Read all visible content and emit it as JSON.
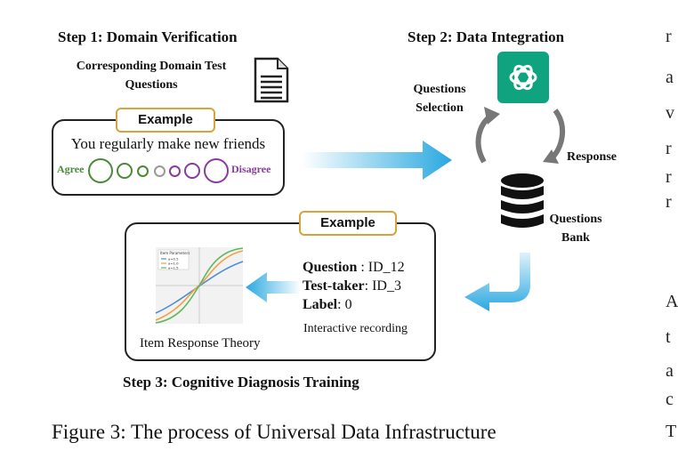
{
  "steps": {
    "step1": "Step 1: Domain Verification",
    "step2": "Step 2: Data Integration",
    "step3": "Step 3: Cognitive Diagnosis Training"
  },
  "domain_questions": "Corresponding Domain Test Questions",
  "example_badge": "Example",
  "example_statement": "You regularly make new friends",
  "scale": {
    "agree": "Agree",
    "disagree": "Disagree",
    "agree_color": "#4a8a3a",
    "disagree_color": "#8a3aa0"
  },
  "llm_icon": "chatgpt-logo-icon",
  "llm_color": "#10a37f",
  "labels": {
    "questions_selection": "Questions Selection",
    "response": "Response",
    "questions_bank": "Questions Bank"
  },
  "record": {
    "question_key": "Question",
    "question_val": " : ID_12",
    "testtaker_key": "Test-taker",
    "testtaker_val": ": ID_3",
    "label_key": "Label",
    "label_val": ": 0",
    "note": "Interactive recording"
  },
  "irt": {
    "legend_title": "Item Parameters",
    "legend": [
      "a=0.5",
      "a=1.0",
      "a=1.5"
    ],
    "caption": "Item Response Theory"
  },
  "figure_caption": "Figure 3: The process of Universal Data Infrastructure",
  "right_edge_letters": [
    "r",
    "a",
    "v",
    "r",
    "r",
    "r",
    "A",
    "t",
    "a",
    "c",
    "T"
  ]
}
